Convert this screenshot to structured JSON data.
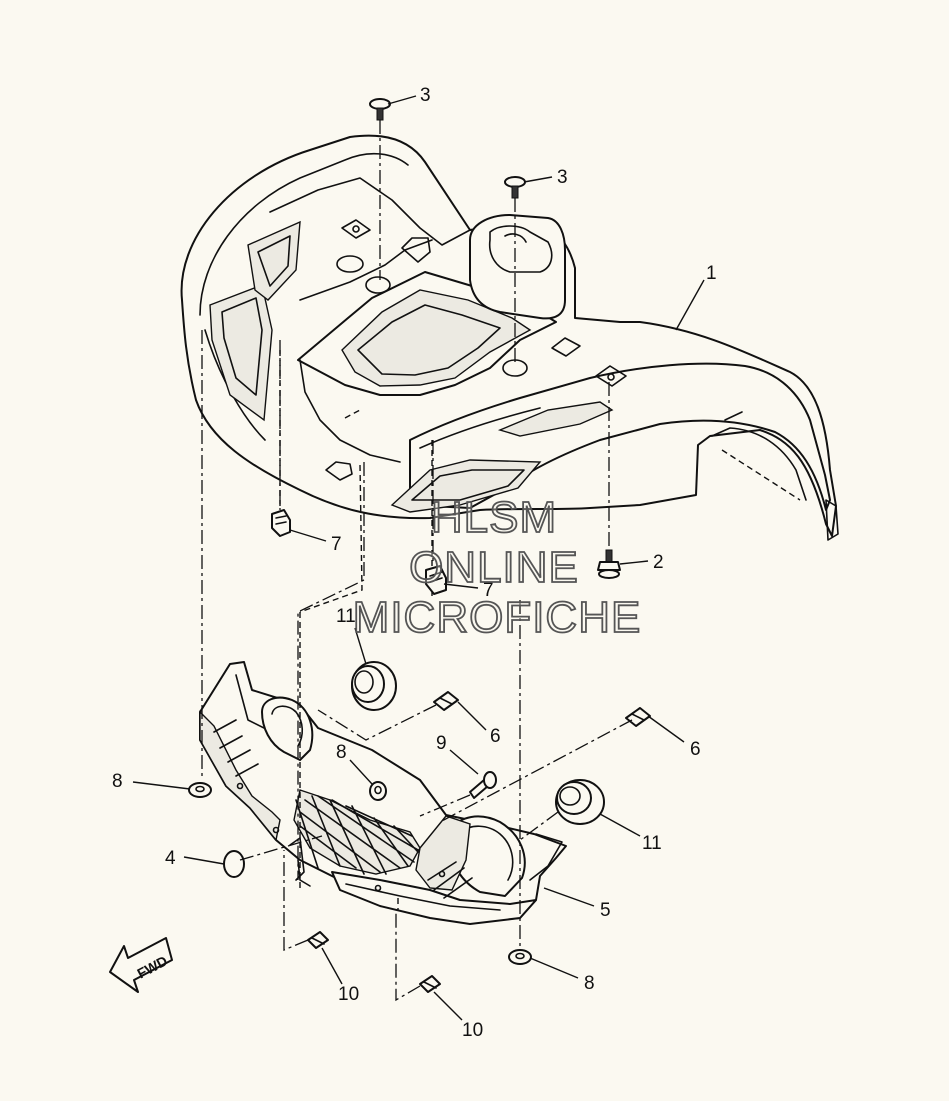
{
  "callouts": [
    {
      "id": "1",
      "label": "1"
    },
    {
      "id": "2",
      "label": "2"
    },
    {
      "id": "3a",
      "label": "3"
    },
    {
      "id": "3b",
      "label": "3"
    },
    {
      "id": "4",
      "label": "4"
    },
    {
      "id": "5",
      "label": "5"
    },
    {
      "id": "6a",
      "label": "6"
    },
    {
      "id": "6b",
      "label": "6"
    },
    {
      "id": "7a",
      "label": "7"
    },
    {
      "id": "7b",
      "label": "7"
    },
    {
      "id": "8a",
      "label": "8"
    },
    {
      "id": "8b",
      "label": "8"
    },
    {
      "id": "8c",
      "label": "8"
    },
    {
      "id": "9",
      "label": "9"
    },
    {
      "id": "10a",
      "label": "10"
    },
    {
      "id": "10b",
      "label": "10"
    },
    {
      "id": "11a",
      "label": "11"
    },
    {
      "id": "11b",
      "label": "11"
    }
  ],
  "watermark": [
    "HLSM",
    "ONLINE",
    "MICROFICHE"
  ],
  "direction_marker": "FWD"
}
